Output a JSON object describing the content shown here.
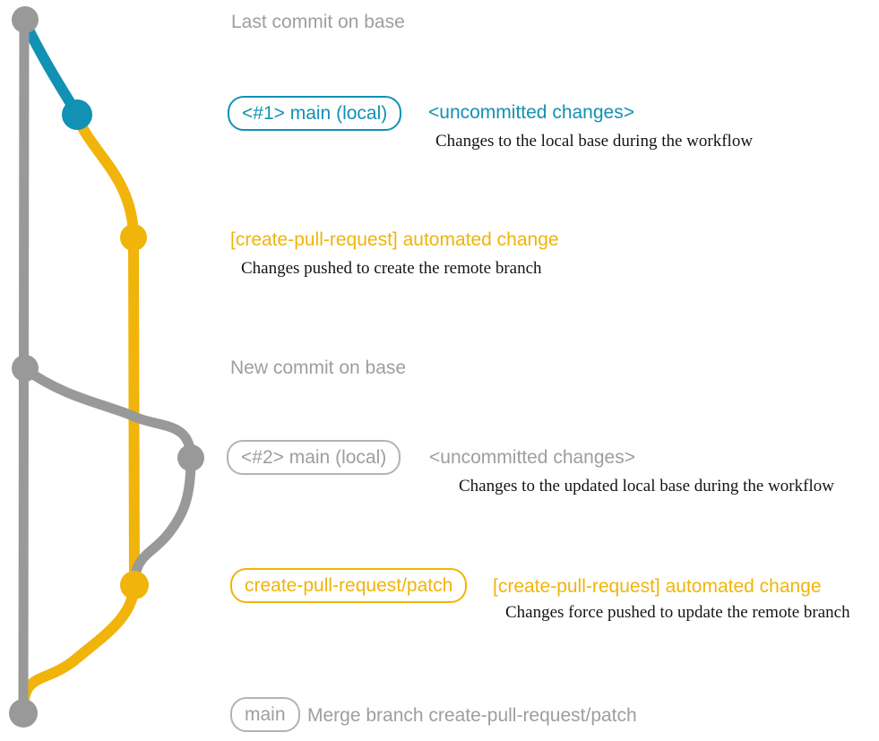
{
  "colors": {
    "base_gray": "#999999",
    "text_gray": "#9e9e9e",
    "local_blue": "#1191b3",
    "branch_yellow": "#f0b40a",
    "description_black": "#151515"
  },
  "notes": {
    "last_commit": "Last commit on base",
    "new_commit": "New commit on base"
  },
  "rows": {
    "local_main_1": {
      "badge": "<#1> main (local)",
      "heading": "<uncommitted changes>",
      "description": "Changes to the local base during the workflow"
    },
    "automated_1": {
      "heading": "[create-pull-request] automated change",
      "description": "Changes pushed to create the remote branch"
    },
    "local_main_2": {
      "badge": "<#2> main (local)",
      "heading": "<uncommitted changes>",
      "description": "Changes to the updated local base during the workflow"
    },
    "automated_2": {
      "badge": "create-pull-request/patch",
      "heading": "[create-pull-request] automated change",
      "description": "Changes force pushed to update the remote branch"
    },
    "merge": {
      "badge": "main",
      "heading": "Merge branch create-pull-request/patch"
    }
  },
  "graph": {
    "branches": [
      {
        "name": "base",
        "color": "#999999"
      },
      {
        "name": "main (local)",
        "color": "#1191b3"
      },
      {
        "name": "create-pull-request/patch",
        "color": "#f0b40a"
      }
    ],
    "commits": [
      {
        "branch": "base",
        "label": "Last commit on base"
      },
      {
        "branch": "main (local)",
        "label": "<#1> main (local) <uncommitted changes>"
      },
      {
        "branch": "create-pull-request/patch",
        "label": "[create-pull-request] automated change"
      },
      {
        "branch": "base",
        "label": "New commit on base"
      },
      {
        "branch": "main (local)",
        "label": "<#2> main (local) <uncommitted changes>"
      },
      {
        "branch": "create-pull-request/patch",
        "label": "[create-pull-request] automated change (force push)"
      },
      {
        "branch": "base",
        "label": "Merge branch create-pull-request/patch"
      }
    ]
  }
}
